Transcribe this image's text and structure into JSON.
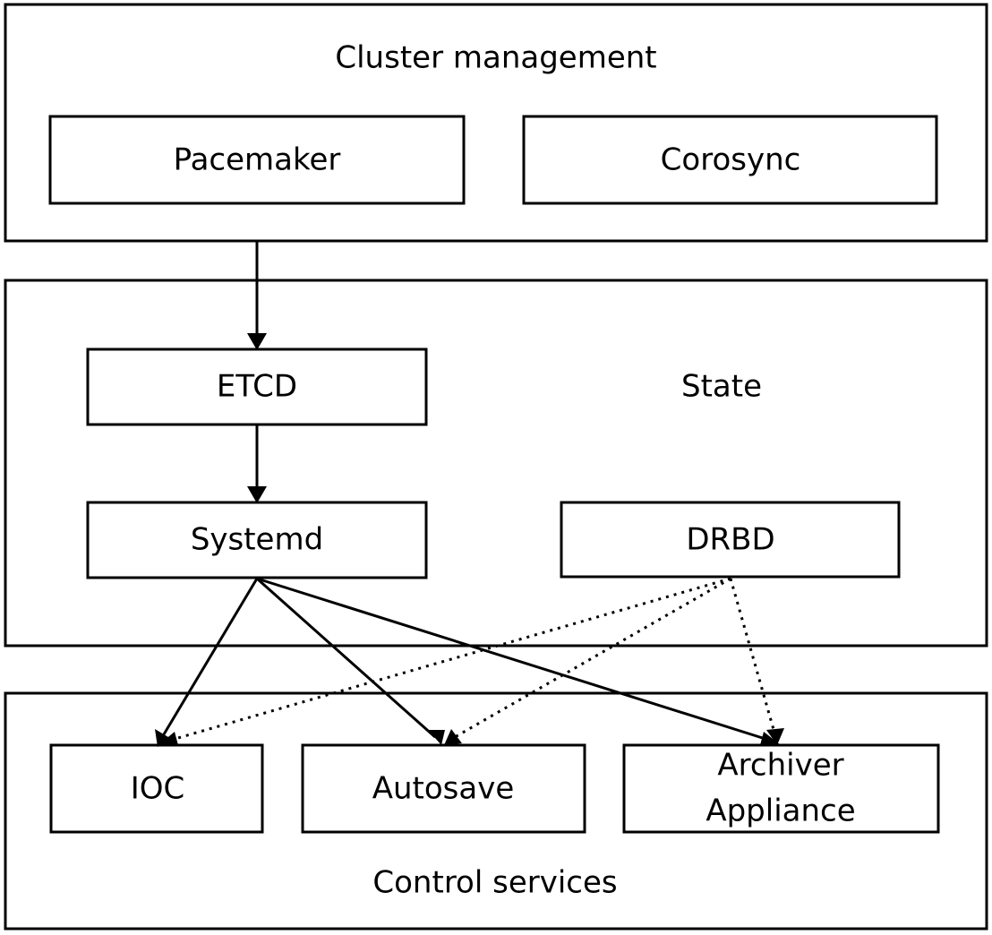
{
  "groups": {
    "cluster": {
      "label": "Cluster management"
    },
    "state": {
      "label": "State"
    },
    "control": {
      "label": "Control services"
    }
  },
  "nodes": {
    "pacemaker": "Pacemaker",
    "corosync": "Corosync",
    "etcd": "ETCD",
    "systemd": "Systemd",
    "drbd": "DRBD",
    "ioc": "IOC",
    "autosave": "Autosave",
    "archiver_line1": "Archiver",
    "archiver_line2": "Appliance"
  },
  "edges": [
    {
      "from": "Cluster management",
      "to": "ETCD",
      "style": "solid"
    },
    {
      "from": "ETCD",
      "to": "Systemd",
      "style": "solid"
    },
    {
      "from": "Systemd",
      "to": "IOC",
      "style": "solid"
    },
    {
      "from": "Systemd",
      "to": "Autosave",
      "style": "solid"
    },
    {
      "from": "Systemd",
      "to": "Archiver Appliance",
      "style": "solid"
    },
    {
      "from": "DRBD",
      "to": "IOC",
      "style": "dotted"
    },
    {
      "from": "DRBD",
      "to": "Autosave",
      "style": "dotted"
    },
    {
      "from": "DRBD",
      "to": "Archiver Appliance",
      "style": "dotted"
    }
  ]
}
